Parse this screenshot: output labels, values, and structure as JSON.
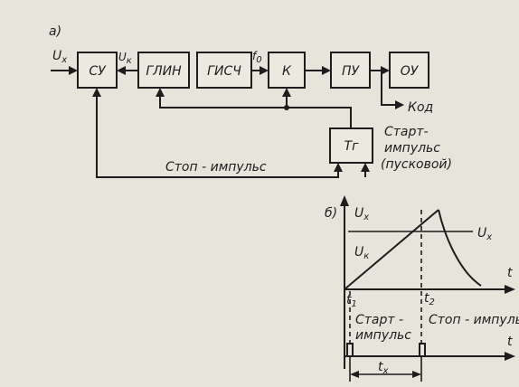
{
  "part_a": {
    "label": "а)",
    "blocks": {
      "su": "СУ",
      "glin": "ГЛИН",
      "gisch": "ГИСЧ",
      "k": "К",
      "pu": "ПУ",
      "ou": "ОУ",
      "tg": "Тг"
    },
    "signals": {
      "ux_main": "U",
      "ux_sub": "x",
      "uk_main": "U",
      "uk_sub": "к",
      "f0_main": "f",
      "f0_sub": "0",
      "kod": "Код",
      "start_1": "Старт-",
      "start_2": "импульс",
      "start_3": "(пусковой)",
      "stop": "Стоп - импульс"
    }
  },
  "part_b": {
    "label": "б)",
    "y_axis_main": "U",
    "y_axis_sub": "x",
    "ux_level_main": "U",
    "ux_level_sub": "x",
    "uk_main": "U",
    "uk_sub": "к",
    "t_axis_top": "t",
    "t_axis_bottom": "t",
    "t1_main": "t",
    "t1_sub": "1",
    "t2_main": "t",
    "t2_sub": "2",
    "start_1": "Старт -",
    "start_2": "импульс",
    "stop": "Стоп - импульс",
    "tx_main": "t",
    "tx_sub": "x"
  }
}
